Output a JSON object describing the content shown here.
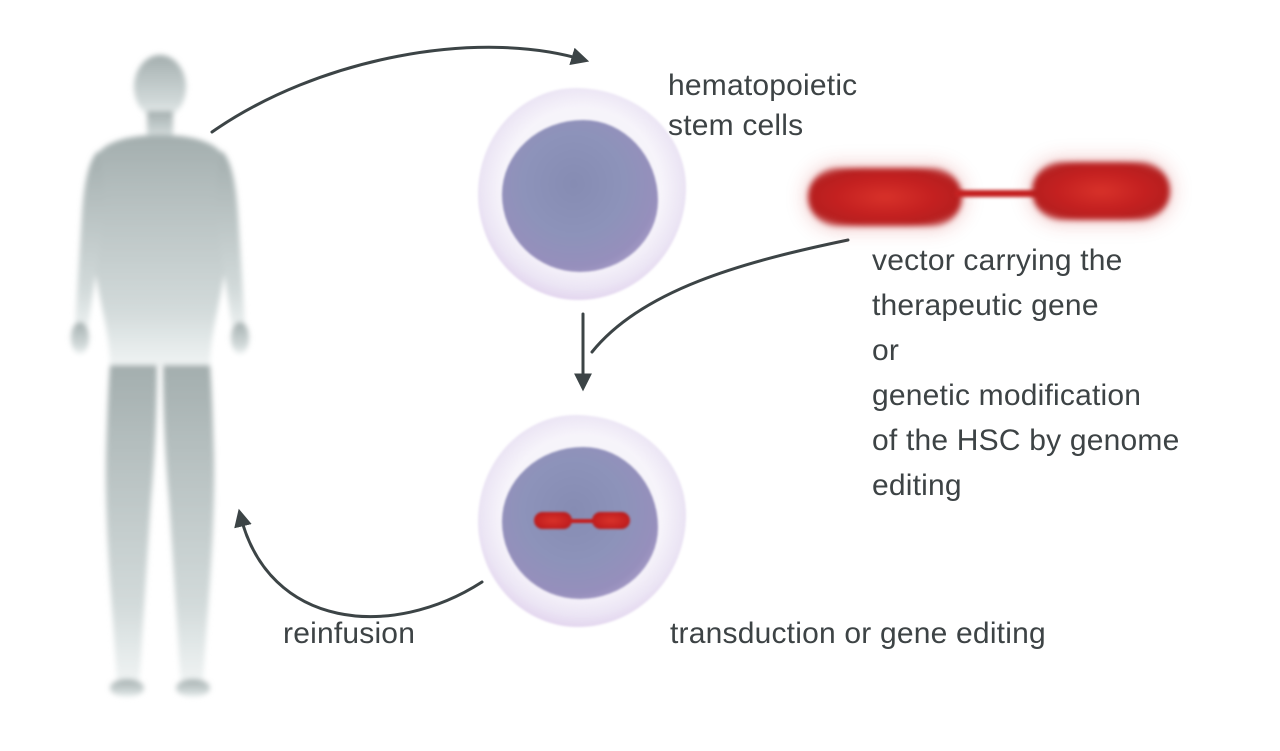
{
  "labels": {
    "hsc": "hematopoietic\nstem cells",
    "vector": "vector carrying the\ntherapeutic gene\nor\ngenetic modification\nof the HSC by genome\nediting",
    "transduction": "transduction or gene editing",
    "reinfusion": "reinfusion"
  },
  "icons": {
    "human_figure": "human-body-icon",
    "stem_cell": "stem-cell-icon",
    "modified_stem_cell": "modified-stem-cell-icon",
    "gene_vector": "gene-vector-icon"
  },
  "colors": {
    "text": "#3d4345",
    "arrow": "#3c4446",
    "vector_red": "#c42020",
    "cell_membrane": "#c9aedb",
    "cell_nucleus": "#8d93ba",
    "body_gray": "#b4bebe"
  }
}
